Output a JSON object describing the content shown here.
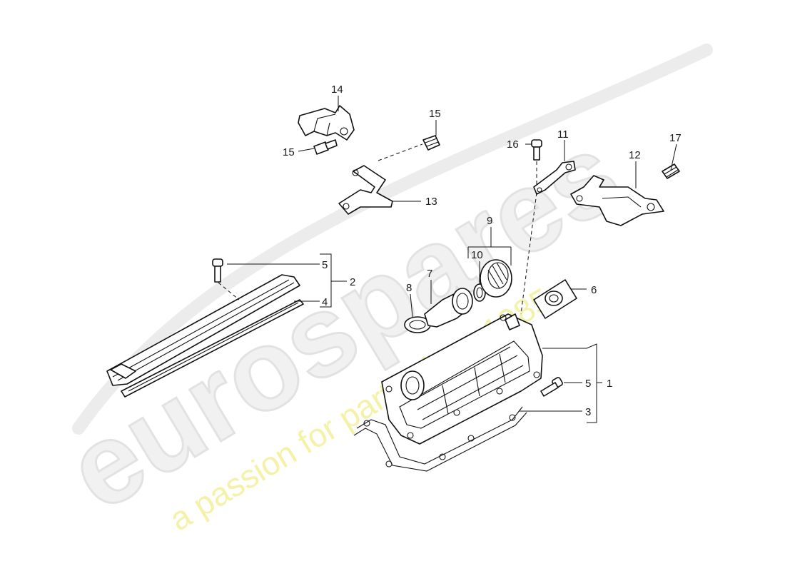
{
  "watermark": {
    "brand": "eurospares",
    "tagline": "a passion for parts since 1985"
  },
  "callouts": {
    "c1": "1",
    "c2": "2",
    "c3": "3",
    "c4": "4",
    "c5a": "5",
    "c5b": "5",
    "c6": "6",
    "c7": "7",
    "c8": "8",
    "c9": "9",
    "c10": "10",
    "c11": "11",
    "c12": "12",
    "c13": "13",
    "c14": "14",
    "c15a": "15",
    "c15b": "15",
    "c16": "16",
    "c17": "17"
  },
  "colors": {
    "line": "#111111",
    "watermark_grey": "#e2e2e2",
    "watermark_yellow": "#f4f1a8"
  }
}
